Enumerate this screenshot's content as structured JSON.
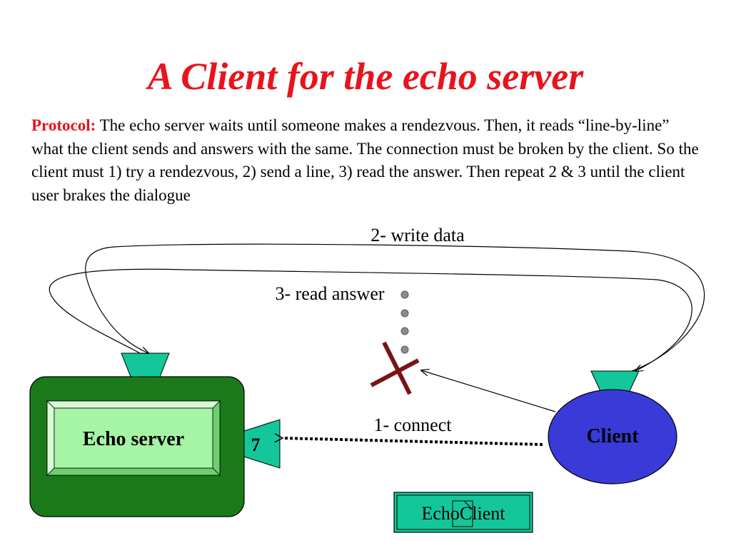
{
  "slide": {
    "title": "A Client for the echo server",
    "protocol_label": "Protocol:",
    "protocol_text": " The echo server waits until someone makes a rendezvous. Then, it reads “line-by-line” what the client sends and answers with the same. The connection must be broken by the client. So the client must 1) try a rendezvous, 2) send a line, 3) read the answer. Then repeat 2 & 3 until the client user brakes the dialogue"
  },
  "diagram": {
    "server_label": "Echo server",
    "port_number": "7",
    "client_label": "Client",
    "step_connect": "1- connect",
    "step_write": "2- write data",
    "step_read": "3- read answer",
    "program_label": "EchoClient"
  },
  "colors": {
    "title": "#e8141c",
    "server_outer": "#1a7a1a",
    "server_inner": "#a6f5a6",
    "socket": "#13c79a",
    "client": "#3a3ad8",
    "program_box": "#13c79a",
    "cross": "#7a1414",
    "dots": "#8c8c8c"
  }
}
